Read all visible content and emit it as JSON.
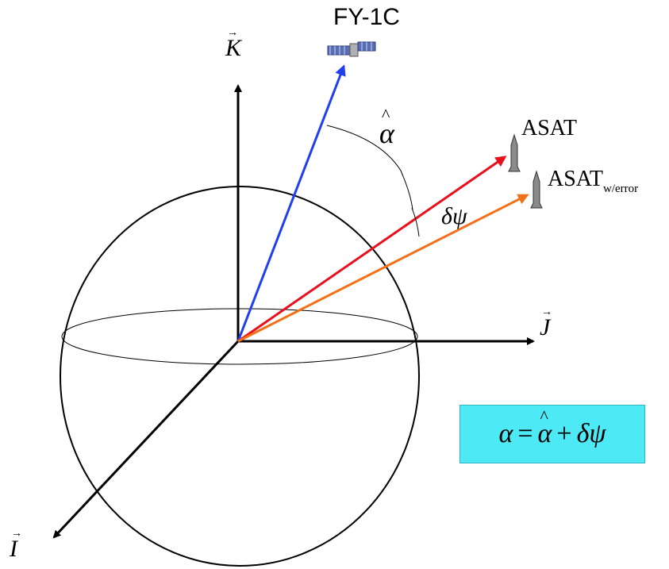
{
  "axes": {
    "k": "K",
    "j": "J",
    "i": "I"
  },
  "labels": {
    "satellite": "FY-1C",
    "asat": "ASAT",
    "asat_error_main": "ASAT",
    "asat_error_sub": "w/error",
    "alpha_hat": "α",
    "delta_psi": "δψ"
  },
  "formula": {
    "lhs": "α",
    "eq": "=",
    "term1": "α",
    "plus": "+",
    "term2": "δψ"
  },
  "colors": {
    "fy1c_vector": "#1f3ff0",
    "asat_vector": "#e8101c",
    "asat_error_vector": "#f3701a",
    "formula_box": "#4de9f5",
    "axes": "#000000"
  }
}
